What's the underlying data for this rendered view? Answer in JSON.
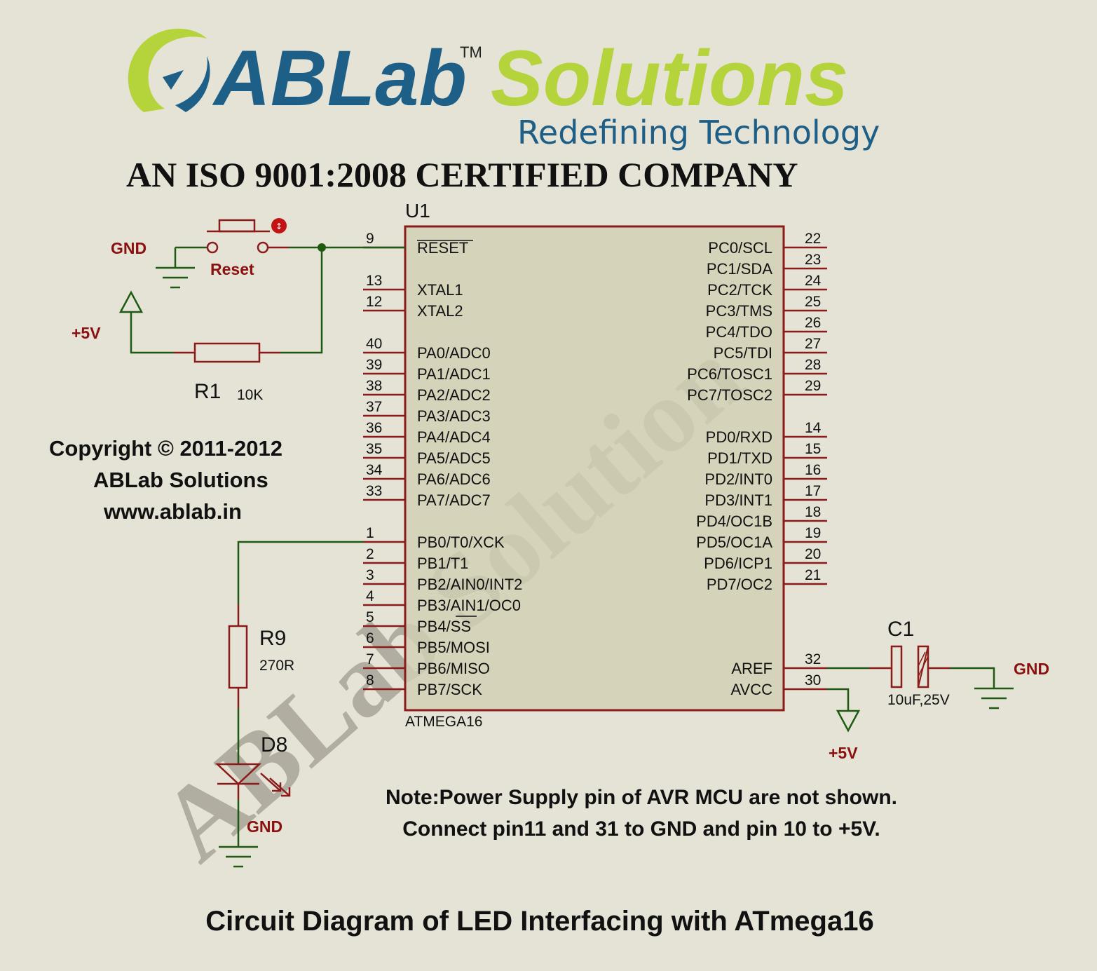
{
  "brand": {
    "name_part1": "ABLab",
    "tm": "TM",
    "name_part2": "Solutions",
    "tagline": "Redefining Technology",
    "certification": "AN ISO 9001:2008 CERTIFIED COMPANY",
    "watermark": "ABLab Solution",
    "colors": {
      "green": "#b5d33b",
      "blue": "#1e5f87"
    }
  },
  "copyright": {
    "line1": "Copyright © 2011-2012",
    "line2": "ABLab Solutions",
    "line3": "www.ablab.in"
  },
  "mcu": {
    "ref": "U1",
    "part": "ATMEGA16",
    "left_pins": [
      {
        "num": "9",
        "name": "RESET"
      },
      {
        "num": "13",
        "name": "XTAL1"
      },
      {
        "num": "12",
        "name": "XTAL2"
      },
      {
        "num": "40",
        "name": "PA0/ADC0"
      },
      {
        "num": "39",
        "name": "PA1/ADC1"
      },
      {
        "num": "38",
        "name": "PA2/ADC2"
      },
      {
        "num": "37",
        "name": "PA3/ADC3"
      },
      {
        "num": "36",
        "name": "PA4/ADC4"
      },
      {
        "num": "35",
        "name": "PA5/ADC5"
      },
      {
        "num": "34",
        "name": "PA6/ADC6"
      },
      {
        "num": "33",
        "name": "PA7/ADC7"
      },
      {
        "num": "1",
        "name": "PB0/T0/XCK"
      },
      {
        "num": "2",
        "name": "PB1/T1"
      },
      {
        "num": "3",
        "name": "PB2/AIN0/INT2"
      },
      {
        "num": "4",
        "name": "PB3/AIN1/OC0"
      },
      {
        "num": "5",
        "name": "PB4/SS"
      },
      {
        "num": "6",
        "name": "PB5/MOSI"
      },
      {
        "num": "7",
        "name": "PB6/MISO"
      },
      {
        "num": "8",
        "name": "PB7/SCK"
      }
    ],
    "right_pins": [
      {
        "num": "22",
        "name": "PC0/SCL"
      },
      {
        "num": "23",
        "name": "PC1/SDA"
      },
      {
        "num": "24",
        "name": "PC2/TCK"
      },
      {
        "num": "25",
        "name": "PC3/TMS"
      },
      {
        "num": "26",
        "name": "PC4/TDO"
      },
      {
        "num": "27",
        "name": "PC5/TDI"
      },
      {
        "num": "28",
        "name": "PC6/TOSC1"
      },
      {
        "num": "29",
        "name": "PC7/TOSC2"
      },
      {
        "num": "14",
        "name": "PD0/RXD"
      },
      {
        "num": "15",
        "name": "PD1/TXD"
      },
      {
        "num": "16",
        "name": "PD2/INT0"
      },
      {
        "num": "17",
        "name": "PD3/INT1"
      },
      {
        "num": "18",
        "name": "PD4/OC1B"
      },
      {
        "num": "19",
        "name": "PD5/OC1A"
      },
      {
        "num": "20",
        "name": "PD6/ICP1"
      },
      {
        "num": "21",
        "name": "PD7/OC2"
      },
      {
        "num": "32",
        "name": "AREF"
      },
      {
        "num": "30",
        "name": "AVCC"
      }
    ]
  },
  "components": {
    "reset_switch": {
      "label": "Reset"
    },
    "r1": {
      "ref": "R1",
      "value": "10K"
    },
    "r9": {
      "ref": "R9",
      "value": "270R"
    },
    "d8": {
      "ref": "D8"
    },
    "c1": {
      "ref": "C1",
      "value": "10uF,25V"
    }
  },
  "power_labels": {
    "gnd": "GND",
    "vcc": "+5V"
  },
  "note": {
    "line1": "Note:Power Supply pin of AVR MCU are not shown.",
    "line2": "Connect pin11 and 31 to GND and pin 10 to +5V."
  },
  "caption": "Circuit Diagram of LED Interfacing with ATmega16",
  "colors": {
    "wire": "#1f5a12",
    "component": "#8b1a1a",
    "ic_fill": "#d2cfb4",
    "power_label": "#8b1010",
    "text": "#111111",
    "watermark": "#a8a498"
  }
}
